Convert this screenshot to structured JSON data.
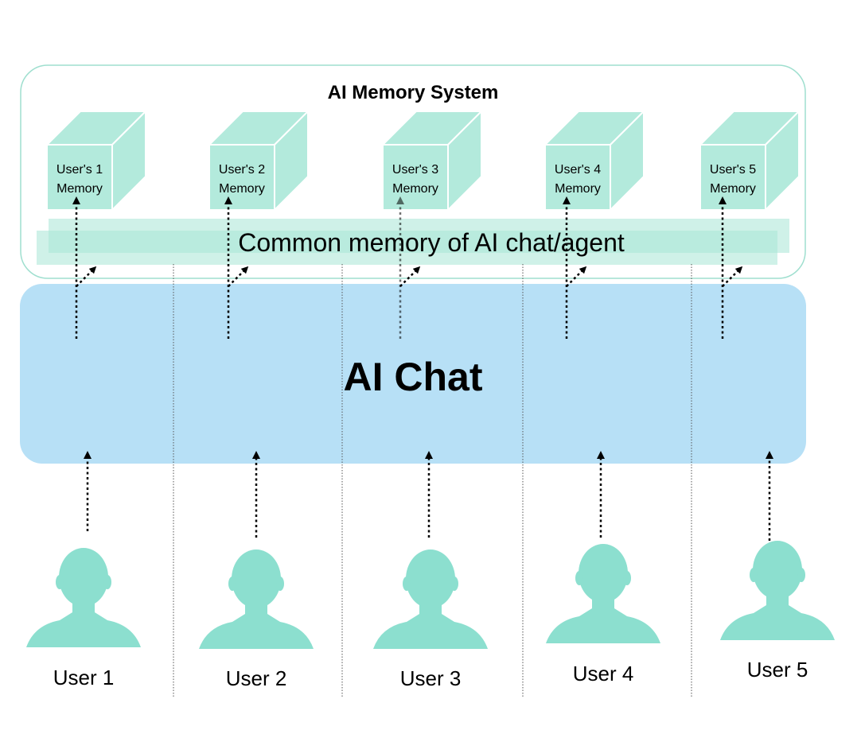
{
  "memory_system": {
    "title": "AI Memory System"
  },
  "common_memory": {
    "label": "Common memory of AI chat/agent"
  },
  "ai_chat": {
    "label": "AI Chat"
  },
  "memory_cubes": [
    {
      "line1": "User's 1",
      "line2": "Memory"
    },
    {
      "line1": "User's 2",
      "line2": "Memory"
    },
    {
      "line1": "User's 3",
      "line2": "Memory"
    },
    {
      "line1": "User's 4",
      "line2": "Memory"
    },
    {
      "line1": "User's 5",
      "line2": "Memory"
    }
  ],
  "users": [
    {
      "label": "User 1"
    },
    {
      "label": "User 2"
    },
    {
      "label": "User 3"
    },
    {
      "label": "User 4"
    },
    {
      "label": "User 5"
    }
  ],
  "colors": {
    "memory_system_border": "#9fdfcf",
    "cube_front": "#b3eadc",
    "cube_side": "#b3eadc",
    "cube_edge": "#ffffff",
    "common_memory_band": "#a8e6d6",
    "ai_chat_fill": "#b7e0f6",
    "user_silhouette": "#8cdfcf",
    "arrow": "#000000",
    "separator": "#555555"
  }
}
